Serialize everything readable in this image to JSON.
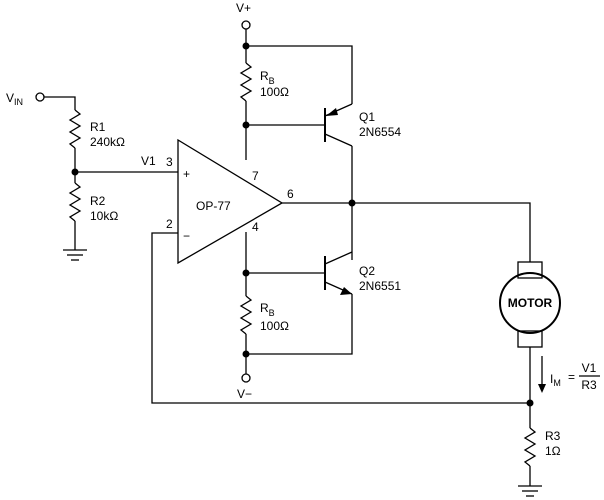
{
  "supply": {
    "vplus": "V+",
    "vminus": "V−"
  },
  "input": {
    "label": "V",
    "sub": "IN"
  },
  "node_v1": "V1",
  "r1": {
    "name": "R1",
    "value": "240kΩ"
  },
  "r2": {
    "name": "R2",
    "value": "10kΩ"
  },
  "r3": {
    "name": "R3",
    "value": "1Ω"
  },
  "rb_top": {
    "name": "R",
    "sub": "B",
    "value": "100Ω"
  },
  "rb_bottom": {
    "name": "R",
    "sub": "B",
    "value": "100Ω"
  },
  "opamp": {
    "name": "OP-77",
    "plus": "+",
    "minus": "−",
    "pin3": "3",
    "pin2": "2",
    "pin7": "7",
    "pin4": "4",
    "pin6": "6"
  },
  "q1": {
    "name": "Q1",
    "part": "2N6554"
  },
  "q2": {
    "name": "Q2",
    "part": "2N6551"
  },
  "motor": {
    "label": "MOTOR"
  },
  "current": {
    "label": "I",
    "sub": "M",
    "eq": "=",
    "num": "V1",
    "den": "R3"
  }
}
